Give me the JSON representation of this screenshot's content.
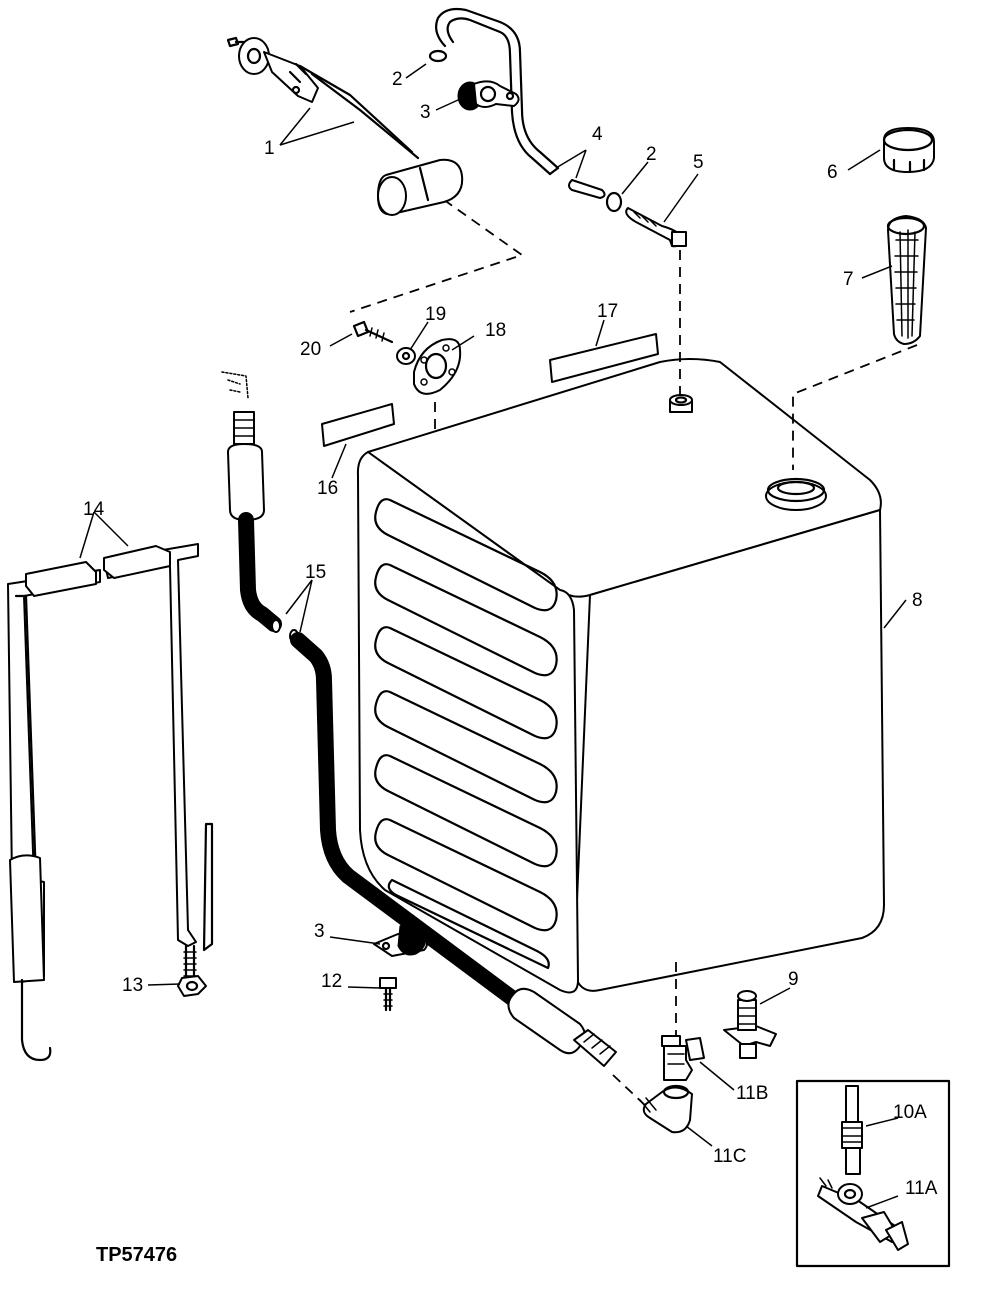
{
  "figure_code": "TP57476",
  "callouts": {
    "c1": "1",
    "c2a": "2",
    "c2b": "2",
    "c3a": "3",
    "c3b": "3",
    "c4": "4",
    "c5": "5",
    "c6": "6",
    "c7": "7",
    "c8": "8",
    "c9": "9",
    "c10a": "10A",
    "c11a": "11A",
    "c11b": "11B",
    "c11c": "11C",
    "c12": "12",
    "c13": "13",
    "c14": "14",
    "c15": "15",
    "c16": "16",
    "c17": "17",
    "c18": "18",
    "c19": "19",
    "c20": "20"
  }
}
